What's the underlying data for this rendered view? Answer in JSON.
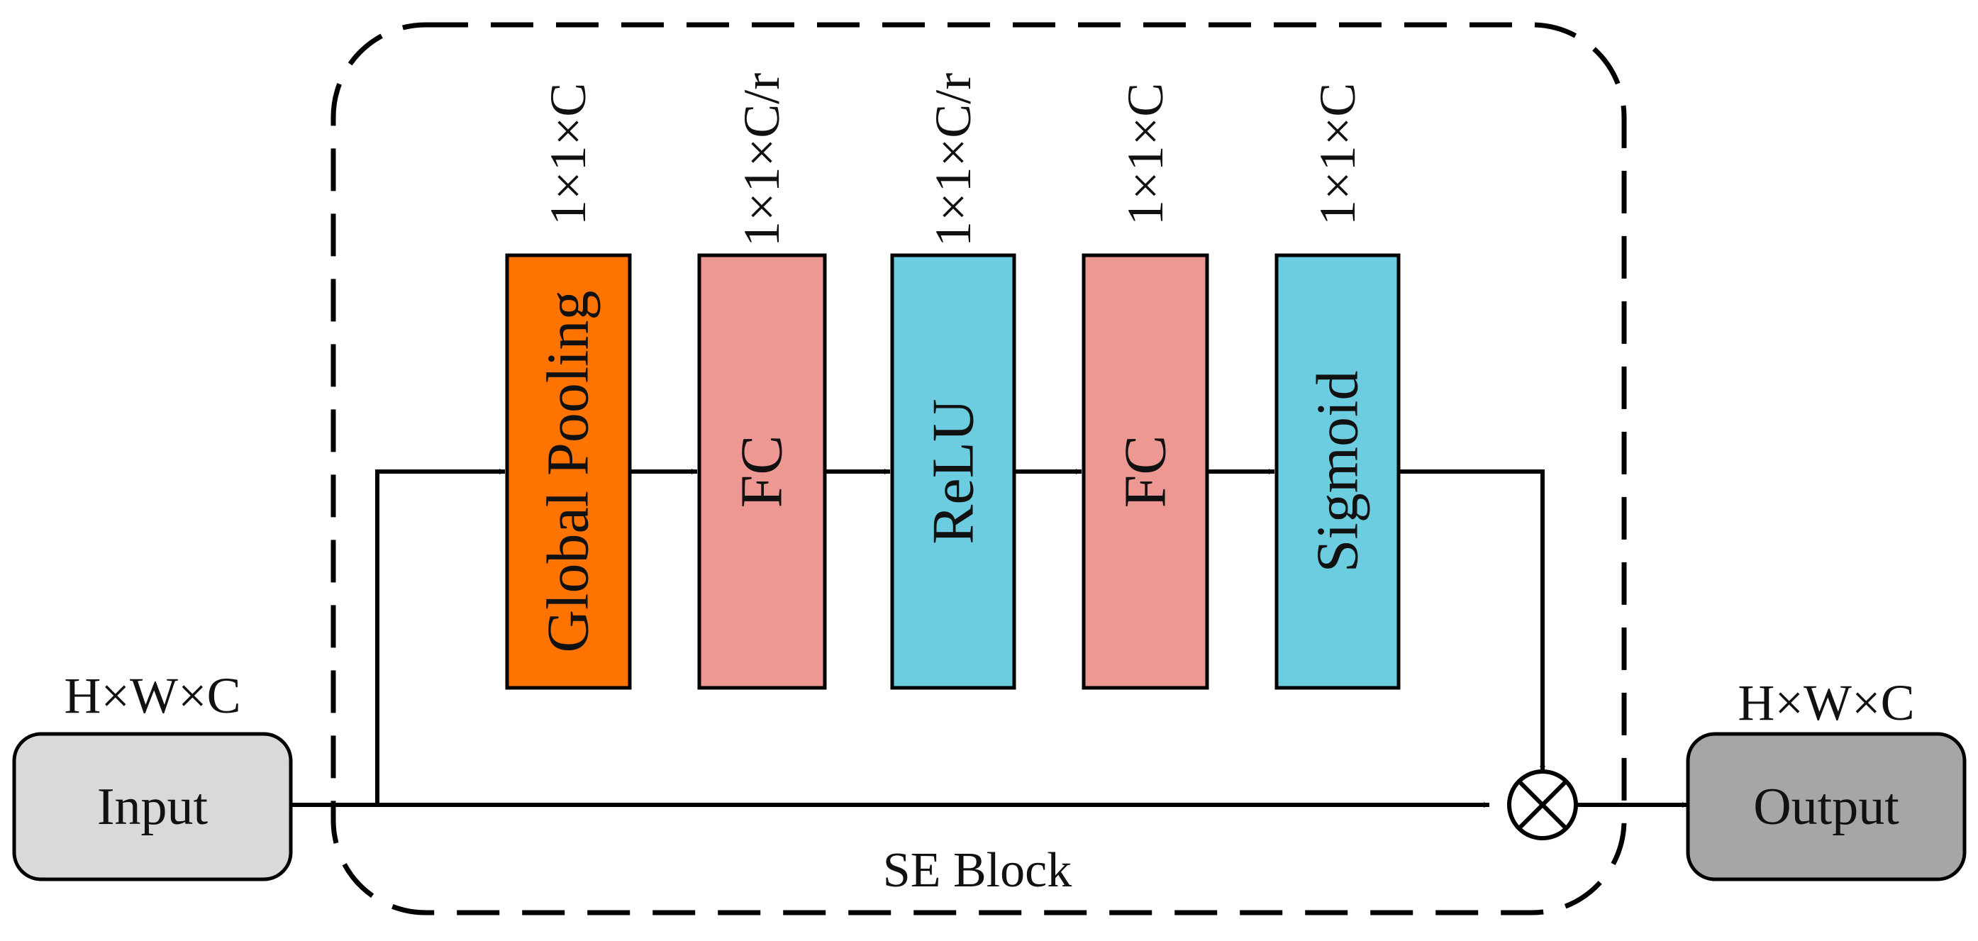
{
  "input": {
    "label": "Input",
    "dim": "H×W×C",
    "color": "#D9D9D9"
  },
  "output": {
    "label": "Output",
    "dim": "H×W×C",
    "color": "#A6A6A6"
  },
  "se_block": {
    "label": "SE Block"
  },
  "blocks": [
    {
      "label": "Global Pooling",
      "dim": "1×1×C",
      "color": "#FF7300"
    },
    {
      "label": "FC",
      "dim": "1×1×C/r",
      "color": "#ED9892"
    },
    {
      "label": "ReLU",
      "dim": "1×1×C/r",
      "color": "#6DCDE0"
    },
    {
      "label": "FC",
      "dim": "1×1×C",
      "color": "#ED9892"
    },
    {
      "label": "Sigmoid",
      "dim": "1×1×C",
      "color": "#6DCDE0"
    }
  ],
  "multiply": {
    "icon": "multiply-circle-icon"
  }
}
